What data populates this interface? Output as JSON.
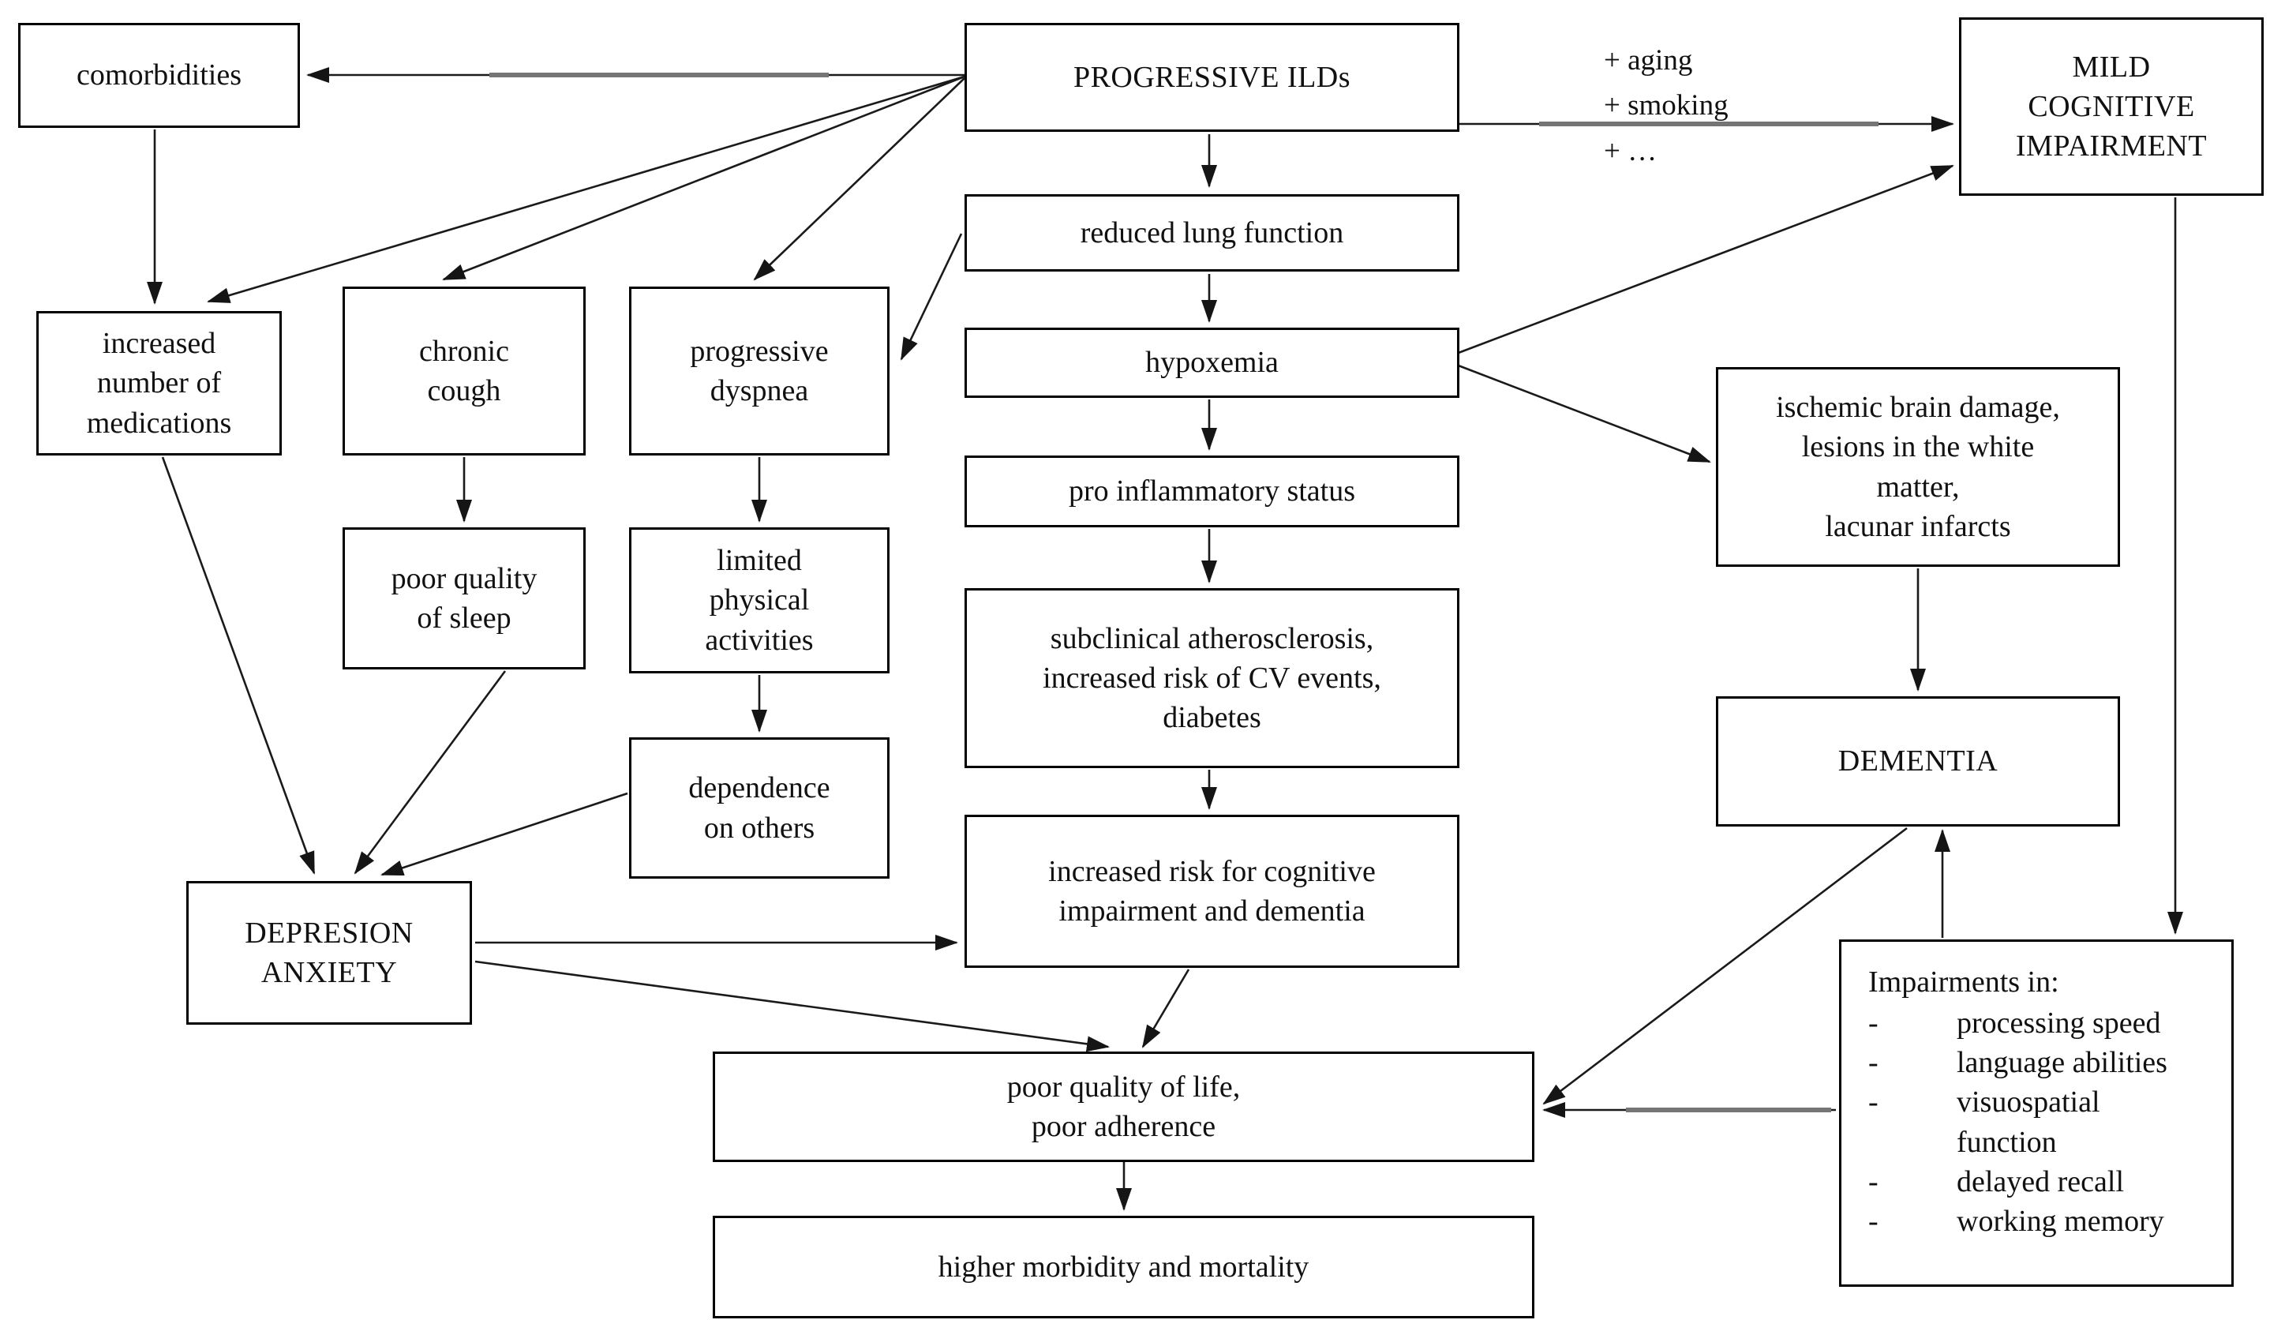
{
  "diagram": {
    "nodes": {
      "comorbidities": {
        "label": "comorbidities"
      },
      "progressive_ilds": {
        "label": "PROGRESSIVE ILDs"
      },
      "mild_cognitive_impairment": {
        "label": "MILD\nCOGNITIVE\nIMPAIRMENT"
      },
      "increased_medications": {
        "label": "increased\nnumber of\nmedications"
      },
      "chronic_cough": {
        "label": "chronic\ncough"
      },
      "progressive_dyspnea": {
        "label": "progressive\ndyspnea"
      },
      "reduced_lung_function": {
        "label": "reduced lung function"
      },
      "hypoxemia": {
        "label": "hypoxemia"
      },
      "pro_inflammatory_status": {
        "label": "pro inflammatory status"
      },
      "subclinical_atherosclerosis": {
        "label": "subclinical atherosclerosis,\nincreased risk of CV events,\ndiabetes"
      },
      "increased_risk_cognitive": {
        "label": "increased risk for cognitive\nimpairment and dementia"
      },
      "ischemic_brain_damage": {
        "label": "ischemic brain damage,\nlesions in the white\nmatter,\nlacunar infarcts"
      },
      "dementia": {
        "label": "DEMENTIA"
      },
      "poor_quality_of_sleep": {
        "label": "poor quality\nof sleep"
      },
      "limited_physical_activities": {
        "label": "limited\nphysical\nactivities"
      },
      "dependence_on_others": {
        "label": "dependence\non others"
      },
      "depression_anxiety": {
        "label": "DEPRESION\nANXIETY"
      },
      "poor_quality_of_life": {
        "label": "poor quality of life,\npoor adherence"
      },
      "higher_morbidity": {
        "label": "higher morbidity and mortality"
      },
      "impairments": {
        "title": "Impairments in:",
        "bullet": "-",
        "items": [
          "processing speed",
          "language abilities",
          "visuospatial\nfunction",
          "delayed recall",
          "working memory"
        ]
      }
    },
    "annotations": {
      "aging_smoking": {
        "lines": [
          "+ aging",
          "+ smoking",
          "+ …"
        ]
      }
    },
    "colors": {
      "background": "#ffffff",
      "box_border": "#000000",
      "text": "#111111",
      "arrow": "#1a1a1a",
      "arrow_gray": "#757575"
    }
  }
}
